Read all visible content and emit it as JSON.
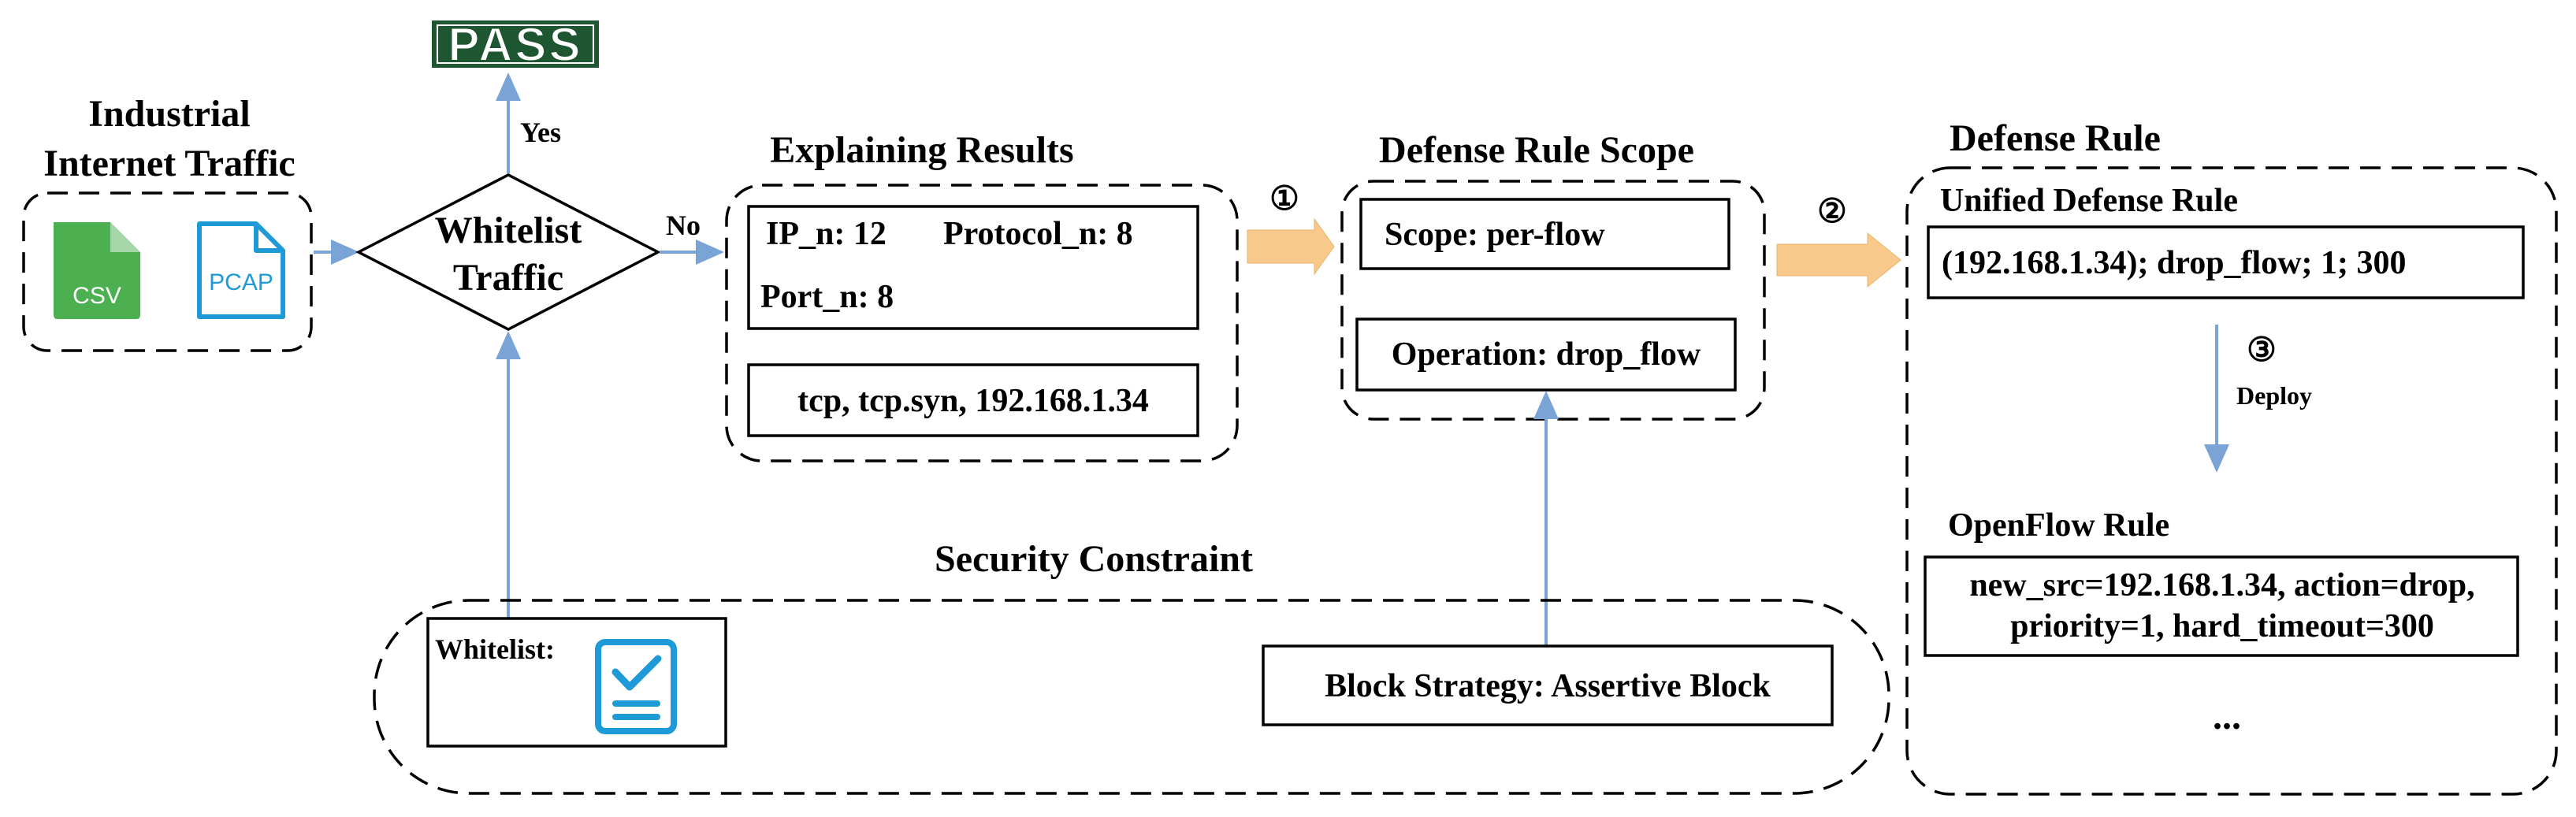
{
  "traffic": {
    "title_line1": "Industrial",
    "title_line2": "Internet Traffic",
    "csv_label": "CSV",
    "pcap_label": "PCAP"
  },
  "decision": {
    "line1": "Whitelist",
    "line2": "Traffic",
    "yes_label": "Yes",
    "no_label": "No",
    "pass_label": "PASS"
  },
  "explaining": {
    "title": "Explaining Results",
    "ip": "IP_n: 12",
    "protocol": "Protocol_n: 8",
    "port": "Port_n: 8",
    "features": "tcp, tcp.syn, 192.168.1.34"
  },
  "scope": {
    "title": "Defense Rule Scope",
    "scope_value": "Scope: per-flow",
    "operation_value": "Operation: drop_flow"
  },
  "defense": {
    "title": "Defense Rule",
    "unified_title": "Unified Defense Rule",
    "unified_value": "(192.168.1.34); drop_flow; 1; 300",
    "deploy_label": "Deploy",
    "openflow_title": "OpenFlow Rule",
    "openflow_line1": "new_src=192.168.1.34, action=drop,",
    "openflow_line2": "priority=1, hard_timeout=300",
    "ellipsis": "..."
  },
  "security": {
    "title": "Security Constraint",
    "whitelist_label": "Whitelist:",
    "block_strategy": "Block Strategy: Assertive Block"
  },
  "steps": {
    "step1": "①",
    "step2": "②",
    "step3": "③"
  },
  "colors": {
    "csv": "#4caf50",
    "pcap": "#1e9ad6",
    "pass_bg": "#1e5631",
    "arrow": "#7aa3d6",
    "block_arrow": "#f8c98a"
  },
  "icons": {
    "csv": "csv-file-icon",
    "pcap": "pcap-file-icon",
    "whitelist": "clipboard-check-icon"
  }
}
